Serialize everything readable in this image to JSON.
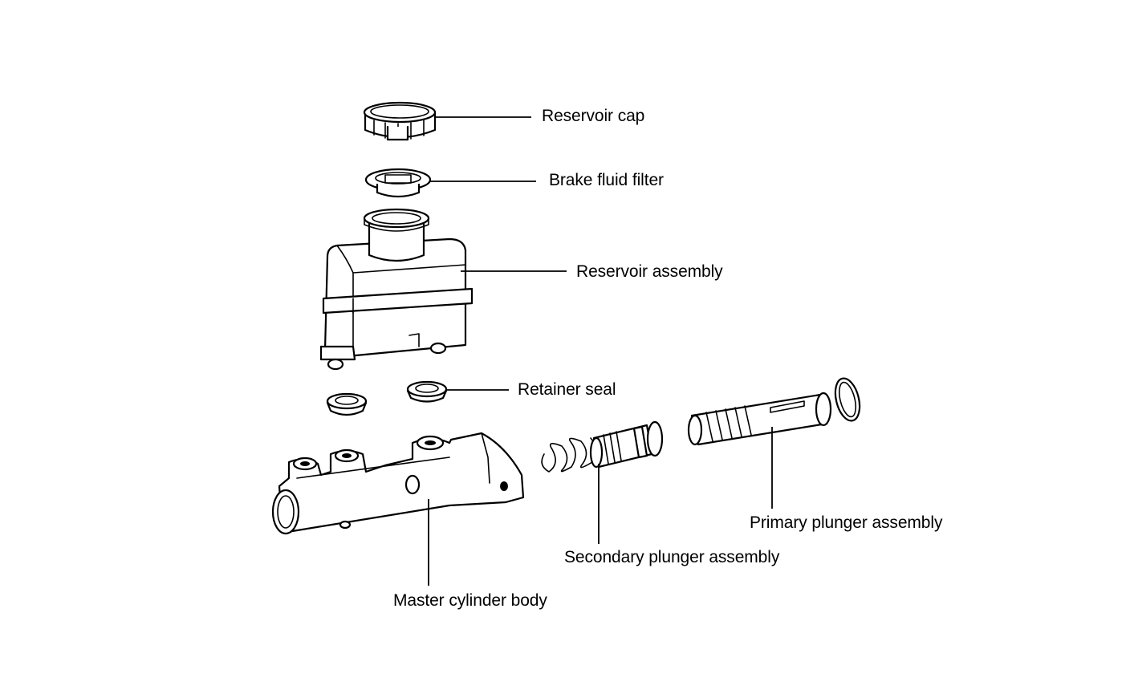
{
  "labels": {
    "reservoir_cap": "Reservoir cap",
    "brake_fluid_filter": "Brake fluid filter",
    "reservoir_assembly": "Reservoir assembly",
    "retainer_seal": "Retainer seal",
    "primary_plunger_assembly": "Primary plunger assembly",
    "secondary_plunger_assembly": "Secondary plunger assembly",
    "master_cylinder_body": "Master cylinder body"
  }
}
